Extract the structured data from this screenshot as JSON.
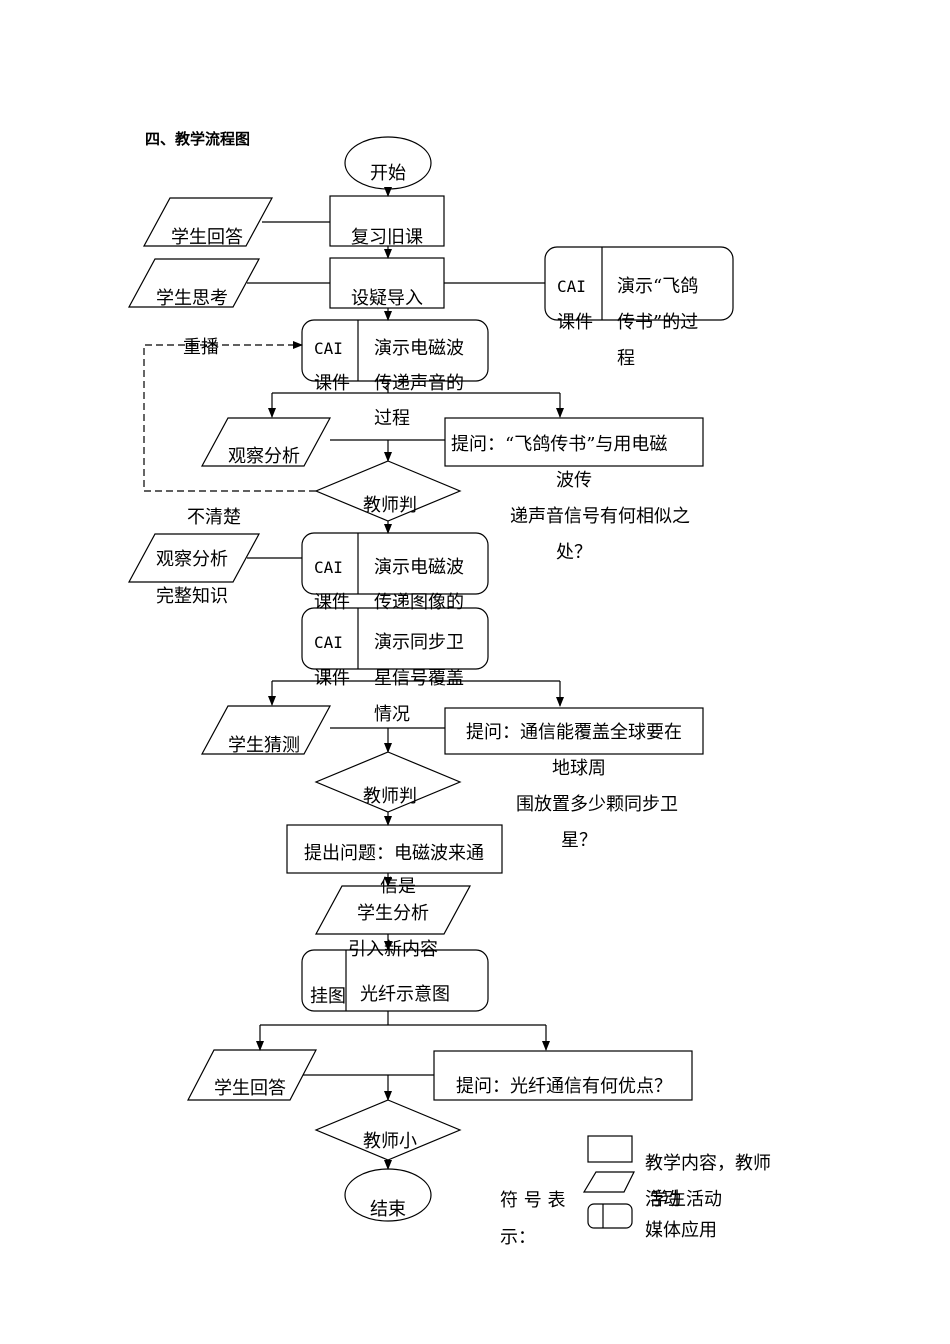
{
  "section_title": "四、教学流程图",
  "nodes": {
    "start": "开始",
    "review": "复习旧课",
    "student_answer_1": "学生回答",
    "intro": "设疑导入",
    "student_think": "学生思考",
    "cai_label": "CAI",
    "courseware_label": "课件",
    "demo_pigeon_l1": "演示“飞鸽",
    "demo_pigeon_l2": "传书”的过",
    "demo_pigeon_l3": "程",
    "replay": "重播",
    "demo_em_sound_l1": "演示电磁波",
    "demo_em_sound_l2": "传递声音的",
    "demo_em_sound_l3": "过程",
    "observe_analyze_1": "观察分析",
    "question_1_l1": "提问：“飞鸽传书”与用电磁",
    "question_1_l2": "波传",
    "question_1_l3": "递声音信号有何相似之",
    "question_1_l4": "处？",
    "teacher_judge_1": "教师判",
    "unclear": "不清楚",
    "observe_analyze_2": "观察分析",
    "complete_knowledge": "完整知识",
    "demo_em_image_l1": "演示电磁波",
    "demo_em_image_l2": "传递图像的",
    "demo_sat_l1": "演示同步卫",
    "demo_sat_l2": "星信号覆盖",
    "demo_sat_l3": "情况",
    "student_guess": "学生猜测",
    "question_2_l1": "提问：通信能覆盖全球要在",
    "question_2_l2": "地球周",
    "question_2_l3": "围放置多少颗同步卫",
    "question_2_l4": "星？",
    "teacher_judge_2": "教师判",
    "raise_question_l1": "提出问题：电磁波来通",
    "raise_question_l2": "信是",
    "student_analyze": "学生分析",
    "introduce_new": "引入新内容",
    "wall_chart": "挂图",
    "fiber_diagram": "光纤示意图",
    "student_answer_2": "学生回答",
    "question_3": "提问：光纤通信有何优点？",
    "teacher_summary": "教师小",
    "end": "结束"
  },
  "legend": {
    "label_l1": "符 号 表",
    "label_l2": "示：",
    "rect_text": "教学内容，教师",
    "para_text_a": "活动",
    "para_text_b": "学生活动",
    "media_text": "媒体应用"
  }
}
